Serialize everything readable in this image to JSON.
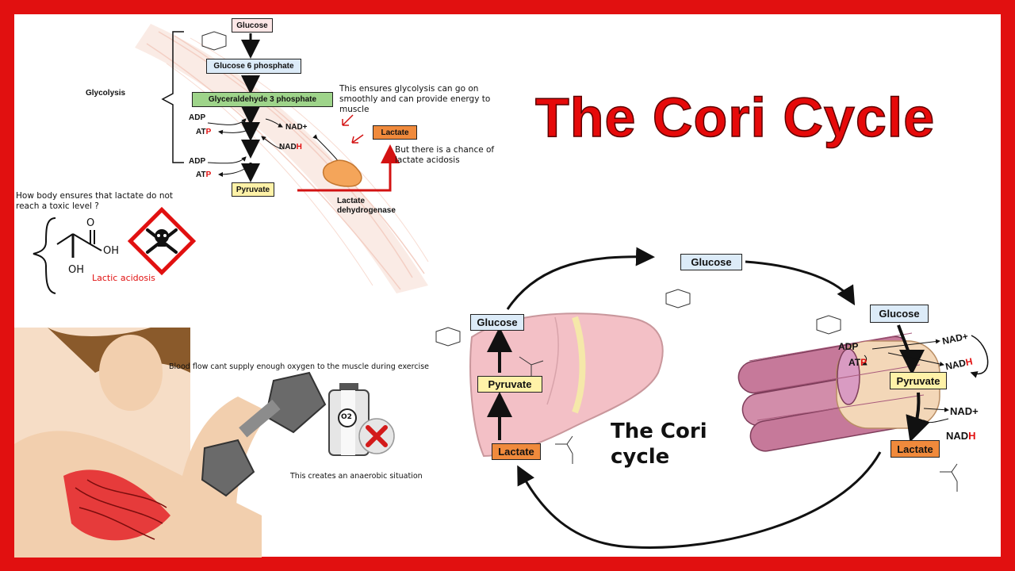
{
  "title": "The Cori Cycle",
  "glycolysis": {
    "label": "Glycolysis",
    "glucose": "Glucose",
    "g6p": "Glucose 6 phosphate",
    "g3p": "Glyceraldehyde 3 phosphate",
    "pyruvate": "Pyruvate",
    "lactate": "Lactate",
    "adp1": "ADP",
    "atp1_prefix": "AT",
    "atp1_p": "P",
    "adp2": "ADP",
    "atp2_prefix": "AT",
    "atp2_p": "P",
    "nadplus": "NAD+",
    "nadh_prefix": "NAD",
    "nadh_h": "H",
    "enzyme_line1": "Lactate",
    "enzyme_line2": "dehydrogenase",
    "note_smooth": "This ensures glycolysis can go on smoothly and can provide energy to muscle",
    "note_acidosis": "But there is a chance of lactate acidosis"
  },
  "toxic": {
    "question": "How body ensures that lactate do not reach a toxic level ?",
    "carbonyl_o": "O",
    "oh_right": "OH",
    "oh_bottom": "OH",
    "caption": "Lactic acidosis"
  },
  "exercise": {
    "blood_flow": "Blood flow cant supply enough oxygen to the muscle during exercise",
    "anaerobic": "This creates an anaerobic situation",
    "o2": "O2"
  },
  "cycle": {
    "label_line1": "The Cori",
    "label_line2": "cycle",
    "top_glucose": "Glucose",
    "liver_glucose": "Glucose",
    "liver_pyruvate": "Pyruvate",
    "liver_lactate": "Lactate",
    "muscle_glucose": "Glucose",
    "muscle_pyruvate": "Pyruvate",
    "muscle_lactate": "Lactate",
    "adp": "ADP",
    "atp_prefix": "AT",
    "atp_p": "P",
    "nadplus_top": "NAD+",
    "nadh_top_prefix": "NAD",
    "nadh_top_h": "H",
    "nadplus_bottom": "NAD+",
    "nadh_bottom_prefix": "NAD",
    "nadh_bottom_h": "H"
  },
  "colors": {
    "frame": "#e11010",
    "title": "#e60a0a",
    "accent_red": "#e11010"
  }
}
